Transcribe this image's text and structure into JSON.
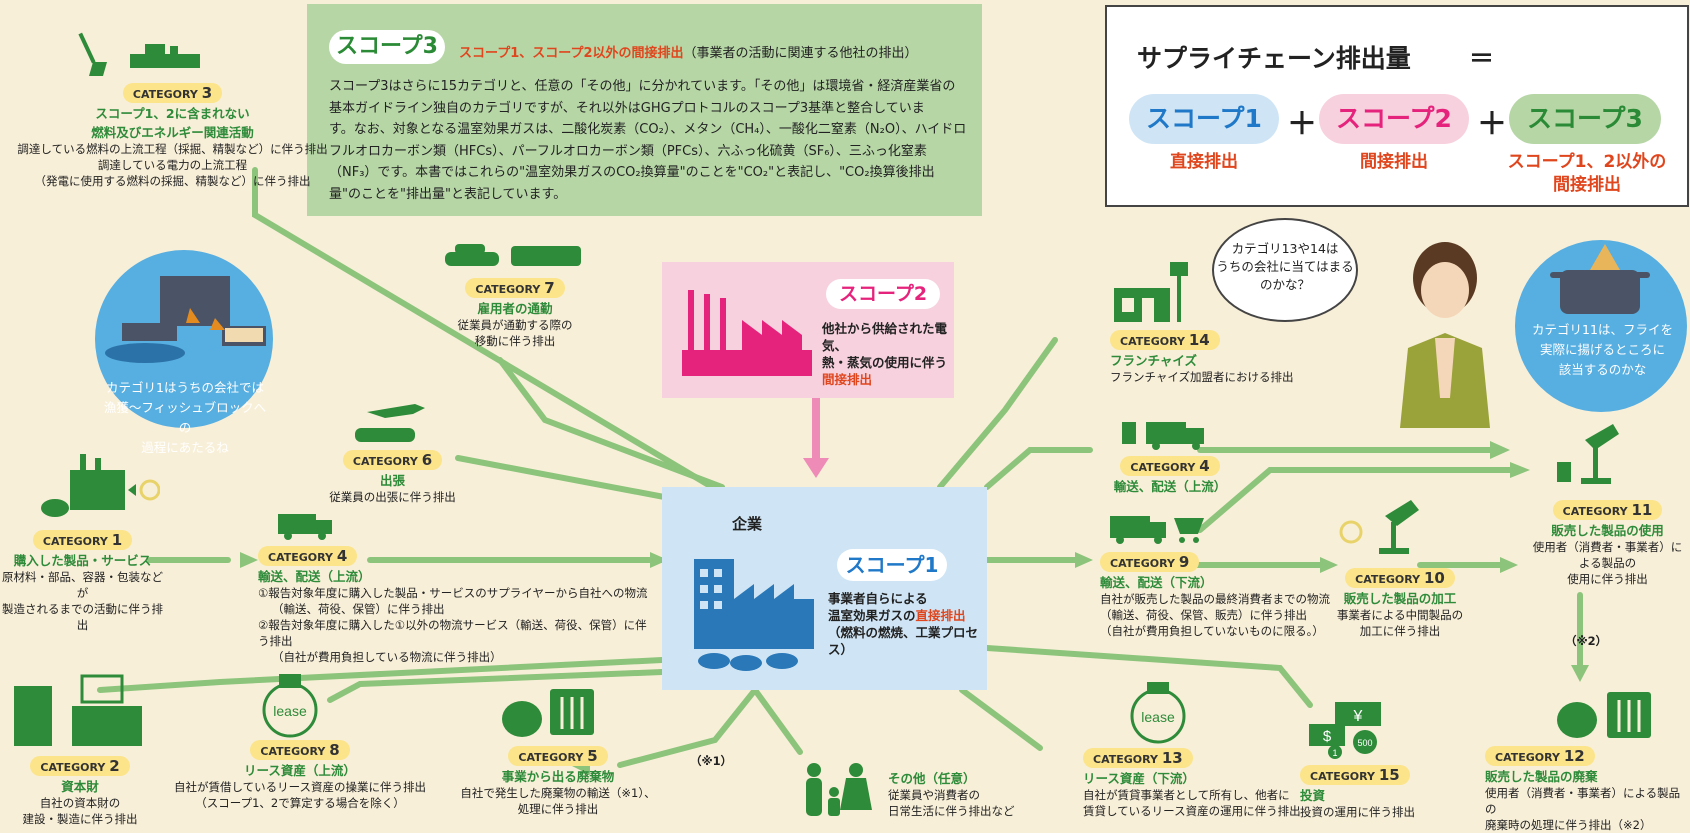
{
  "scope3": {
    "pill": "スコープ3",
    "head_red": "スコープ1、スコープ2以外の間接排出",
    "head_rest": "（事業者の活動に関連する他社の排出）",
    "body": [
      "スコープ3はさらに15カテゴリと、任意の「その他」に分かれています。「その他」は環境省・経済産業省の",
      "基本ガイドライン独自のカテゴリですが、それ以外はGHGプロトコルのスコープ3基準と整合していま",
      "す。なお、対象となる温室効果ガスは、二酸化炭素（CO₂）、メタン（CH₄）、一酸化二窒素（N₂O）、ハイドロ",
      "フルオロカーボン類（HFCs）、パーフルオロカーボン類（PFCs）、六ふっ化硫黄（SF₆）、三ふっ化窒素",
      "（NF₃）です。本書ではこれらの\"温室効果ガスのCO₂換算量\"のことを\"CO₂\"と表記し、\"CO₂換算後排出",
      "量\"のことを\"排出量\"と表記しています。"
    ]
  },
  "formula": {
    "title": "サプライチェーン排出量",
    "equals": "＝",
    "plus": "＋",
    "scope1": "スコープ1",
    "scope1_sub": "直接排出",
    "scope2": "スコープ2",
    "scope2_sub": "間接排出",
    "scope3": "スコープ3",
    "scope3_sub": [
      "スコープ1、2以外の",
      "間接排出"
    ]
  },
  "scope2": {
    "pill": "スコープ2",
    "lines": [
      "他社から供給された電気、",
      "熱・蒸気の使用に伴う"
    ],
    "red": "間接排出"
  },
  "company": {
    "label": "企業",
    "pill": "スコープ1",
    "line1": "事業者自らによる",
    "line2_pre": "温室効果ガスの",
    "line2_red": "直接排出",
    "line3": "（燃料の燃焼、工業プロセス）"
  },
  "categories": {
    "cat_word": "CATEGORY",
    "c1": {
      "num": "1",
      "title": "購入した製品・サービス",
      "desc": [
        "原材料・部品、容器・包装などが",
        "製造されるまでの活動に伴う排出"
      ]
    },
    "c2": {
      "num": "2",
      "title": "資本財",
      "desc": [
        "自社の資本財の",
        "建設・製造に伴う排出"
      ]
    },
    "c3": {
      "num": "3",
      "title": [
        "スコープ1、2に含まれない",
        "燃料及びエネルギー関連活動"
      ],
      "desc": [
        "調達している燃料の上流工程（採掘、精製など）に伴う排出",
        "調達している電力の上流工程",
        "（発電に使用する燃料の採掘、精製など）に伴う排出"
      ]
    },
    "c4a": {
      "num": "4",
      "title": "輸送、配送（上流）",
      "desc": [
        "①報告対象年度に購入した製品・サービスのサプライヤーから自社への物流",
        "（輸送、荷役、保管）に伴う排出",
        "②報告対象年度に購入した①以外の物流サービス（輸送、荷役、保管）に伴う排出",
        "（自社が費用負担している物流に伴う排出）"
      ]
    },
    "c4b": {
      "num": "4",
      "title": "輸送、配送（上流）"
    },
    "c5": {
      "num": "5",
      "title": "事業から出る廃棄物",
      "desc": [
        "自社で発生した廃棄物の輸送（※1）、",
        "処理に伴う排出"
      ]
    },
    "c6": {
      "num": "6",
      "title": "出張",
      "desc": [
        "従業員の出張に伴う排出"
      ]
    },
    "c7": {
      "num": "7",
      "title": "雇用者の通勤",
      "desc": [
        "従業員が通勤する際の",
        "移動に伴う排出"
      ]
    },
    "c8": {
      "num": "8",
      "title": "リース資産（上流）",
      "desc": [
        "自社が賃借しているリース資産の操業に伴う排出",
        "（スコープ1、2で算定する場合を除く）"
      ]
    },
    "c9": {
      "num": "9",
      "title": "輸送、配送（下流）",
      "desc": [
        "自社が販売した製品の最終消費者までの物流",
        "（輸送、荷役、保管、販売）に伴う排出",
        "（自社が費用負担していないものに限る。）"
      ]
    },
    "c10": {
      "num": "10",
      "title": "販売した製品の加工",
      "desc": [
        "事業者による中間製品の",
        "加工に伴う排出"
      ]
    },
    "c11": {
      "num": "11",
      "title": "販売した製品の使用",
      "desc": [
        "使用者（消費者・事業者）に",
        "よる製品の",
        "使用に伴う排出"
      ]
    },
    "c12": {
      "num": "12",
      "title": "販売した製品の廃棄",
      "desc": [
        "使用者（消費者・事業者）による製品の",
        "廃棄時の処理に伴う排出（※2）"
      ]
    },
    "c13": {
      "num": "13",
      "title": "リース資産（下流）",
      "desc": [
        "自社が賃貸事業者として所有し、他者に",
        "賃貸しているリース資産の運用に伴う排出"
      ]
    },
    "c14": {
      "num": "14",
      "title": "フランチャイズ",
      "desc": [
        "フランチャイズ加盟者における排出"
      ]
    },
    "c15": {
      "num": "15",
      "title": "投資",
      "desc": [
        "投資の運用に伴う排出"
      ]
    }
  },
  "other": {
    "title": "その他（任意）",
    "desc": [
      "従業員や消費者の",
      "日常生活に伴う排出など"
    ]
  },
  "notes": {
    "n1": "（※1）",
    "n2": "（※2）"
  },
  "bubbles": {
    "q13": [
      "カテゴリ13や14は",
      "うちの会社に当てはまる",
      "のかな？"
    ],
    "fish": [
      "カテゴリ1はうちの会社では",
      "漁獲〜フィッシュブロックへの",
      "過程にあたるね"
    ],
    "fry": [
      "カテゴリ11は、フライを",
      "実際に揚げるところに",
      "該当するのかな"
    ]
  },
  "icon_labels": {
    "lease": "lease",
    "yen": "¥",
    "dollar": "$",
    "coin1": "1",
    "coin500": "500"
  }
}
